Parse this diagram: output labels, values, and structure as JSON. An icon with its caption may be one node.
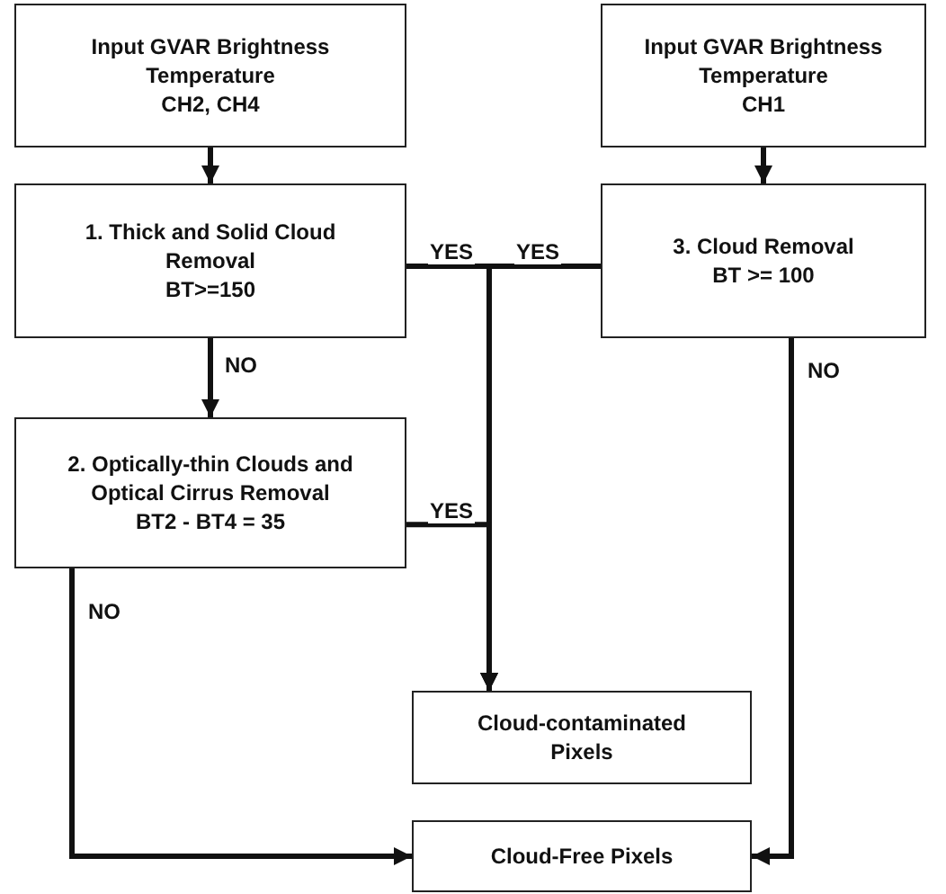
{
  "diagram": {
    "nodes": [
      {
        "text": [
          "Input GVAR Brightness Temperature",
          "CH2, CH4"
        ]
      },
      {
        "text": [
          "Input GVAR Brightness Temperature",
          "CH1"
        ]
      },
      {
        "text": [
          "1. Thick and Solid Cloud Removal",
          "BT>=150"
        ]
      },
      {
        "text": [
          "3. Cloud Removal",
          "BT >= 100"
        ]
      },
      {
        "text": [
          "2. Optically-thin Clouds and Optical Cirrus Removal",
          "BT2 - BT4 = 35"
        ]
      },
      {
        "text": [
          "Cloud-contaminated Pixels"
        ]
      },
      {
        "text": [
          "Cloud-Free Pixels"
        ]
      }
    ],
    "edges": [
      {
        "from": 0,
        "to": 2,
        "arrow": "to"
      },
      {
        "from": 2,
        "to": 4,
        "arrow": "to",
        "label": "NO"
      },
      {
        "from": 2,
        "to": 5,
        "arrow": "to",
        "label": "YES"
      },
      {
        "from": 3,
        "to": 5,
        "arrow": "to",
        "label": "YES"
      },
      {
        "from": 4,
        "to": 5,
        "arrow": "to",
        "label": "YES"
      },
      {
        "from": 1,
        "to": 3,
        "arrow": "to"
      },
      {
        "from": 3,
        "to": 6,
        "arrow": "to",
        "label": "NO"
      },
      {
        "from": 4,
        "to": 6,
        "arrow": "to",
        "label": "NO"
      }
    ]
  }
}
